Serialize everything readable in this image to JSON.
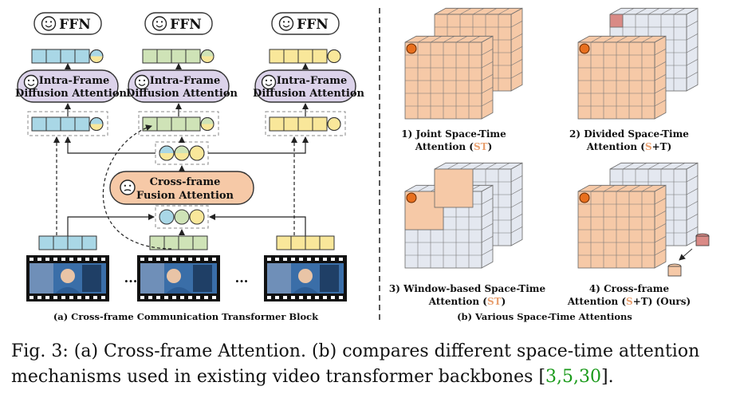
{
  "panel_a": {
    "ffn_label": "FFN",
    "intra_line1": "Intra-Frame",
    "intra_line2": "Diffusion Attention",
    "cross_line1": "Cross-frame",
    "cross_line2": "Fusion Attention",
    "ellipsis": "...",
    "caption": "(a) Cross-frame Communication Transformer Block"
  },
  "panel_b": {
    "variants": [
      {
        "num": "1) Joint Space-Time",
        "l2_pre": "Attention (",
        "l2_s": "S",
        "l2_mid": "",
        "l2_t": "T",
        "l2_post": ")"
      },
      {
        "num": "2) Divided Space-Time",
        "l2_pre": "Attention (",
        "l2_s": "S",
        "l2_mid": "+T",
        "l2_t": "",
        "l2_post": ")"
      },
      {
        "num": "3) Window-based Space-Time",
        "l2_pre": "Attention (",
        "l2_s": "S",
        "l2_mid": "",
        "l2_t": "T",
        "l2_post": ")"
      },
      {
        "num": "4)  Cross-frame",
        "l2_pre": "Attention (",
        "l2_s": "S",
        "l2_mid": "+T",
        "l2_t": "",
        "l2_post": ") (Ours)"
      }
    ],
    "caption": "(b) Various Space-Time Attentions"
  },
  "colors": {
    "blue": "#a9d7e6",
    "green": "#cfe3b7",
    "yellow": "#f9e79a",
    "orange": "#f6c9a7",
    "lavender": "#dcd3ea",
    "grid": "#e4e8f0",
    "dot": "#e8701f",
    "cite": "#1a9a1a"
  },
  "figure_caption": {
    "prefix": "Fig. 3: (a) Cross-frame Attention. (b) compares different space-time attention mechanisms used in existing video transformer backbones [",
    "refs": "3,5,30",
    "suffix": "]."
  }
}
